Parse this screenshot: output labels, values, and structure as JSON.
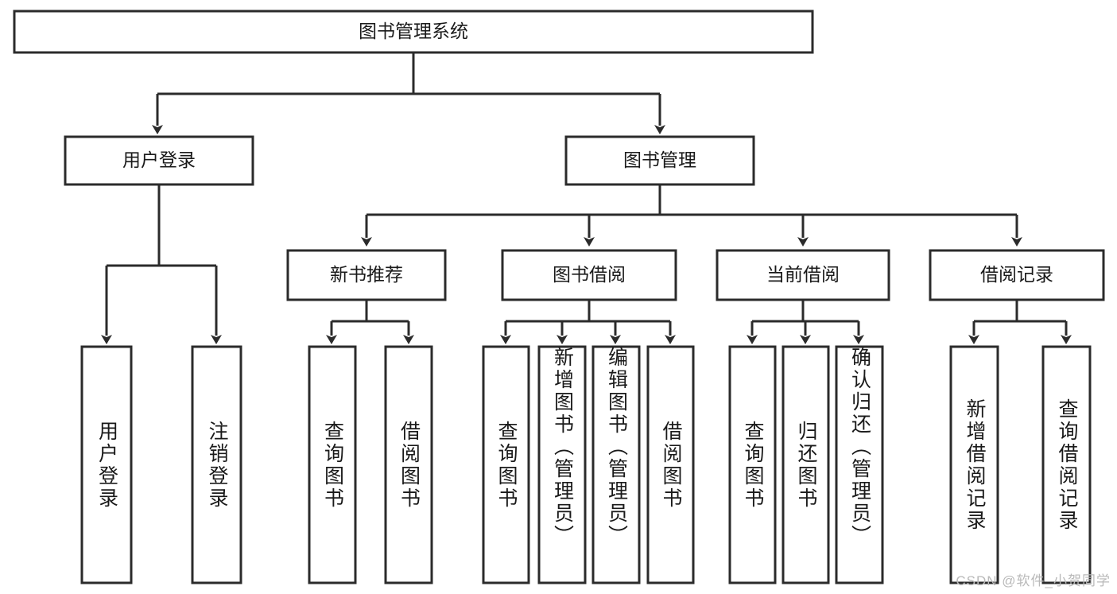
{
  "diagram": {
    "title": "图书管理系统",
    "type": "hierarchy-tree",
    "root": {
      "label": "图书管理系统",
      "orientation": "horizontal"
    },
    "level1": [
      {
        "label": "用户登录"
      },
      {
        "label": "图书管理"
      }
    ],
    "level2": [
      {
        "label": "新书推荐"
      },
      {
        "label": "图书借阅"
      },
      {
        "label": "当前借阅"
      },
      {
        "label": "借阅记录"
      }
    ],
    "leaves": {
      "user_login": [
        {
          "label": "用户登录"
        },
        {
          "label": "注销登录"
        }
      ],
      "new_book_recommend": [
        {
          "label": "查询图书"
        },
        {
          "label": "借阅图书"
        }
      ],
      "book_borrow": [
        {
          "label": "查询图书"
        },
        {
          "label": "新增图书（管理员）"
        },
        {
          "label": "编辑图书（管理员）"
        },
        {
          "label": "借阅图书"
        }
      ],
      "current_borrow": [
        {
          "label": "查询图书"
        },
        {
          "label": "归还图书"
        },
        {
          "label": "确认归还（管理员）"
        }
      ],
      "borrow_record": [
        {
          "label": "新增借阅记录"
        },
        {
          "label": "查询借阅记录"
        }
      ]
    }
  },
  "watermark": {
    "text": "CSDN @软件_小贺同学"
  },
  "colors": {
    "stroke": "#2b2b2b",
    "fill": "#ffffff",
    "text": "#1a1a1a",
    "watermark": "#b9b9b9"
  }
}
